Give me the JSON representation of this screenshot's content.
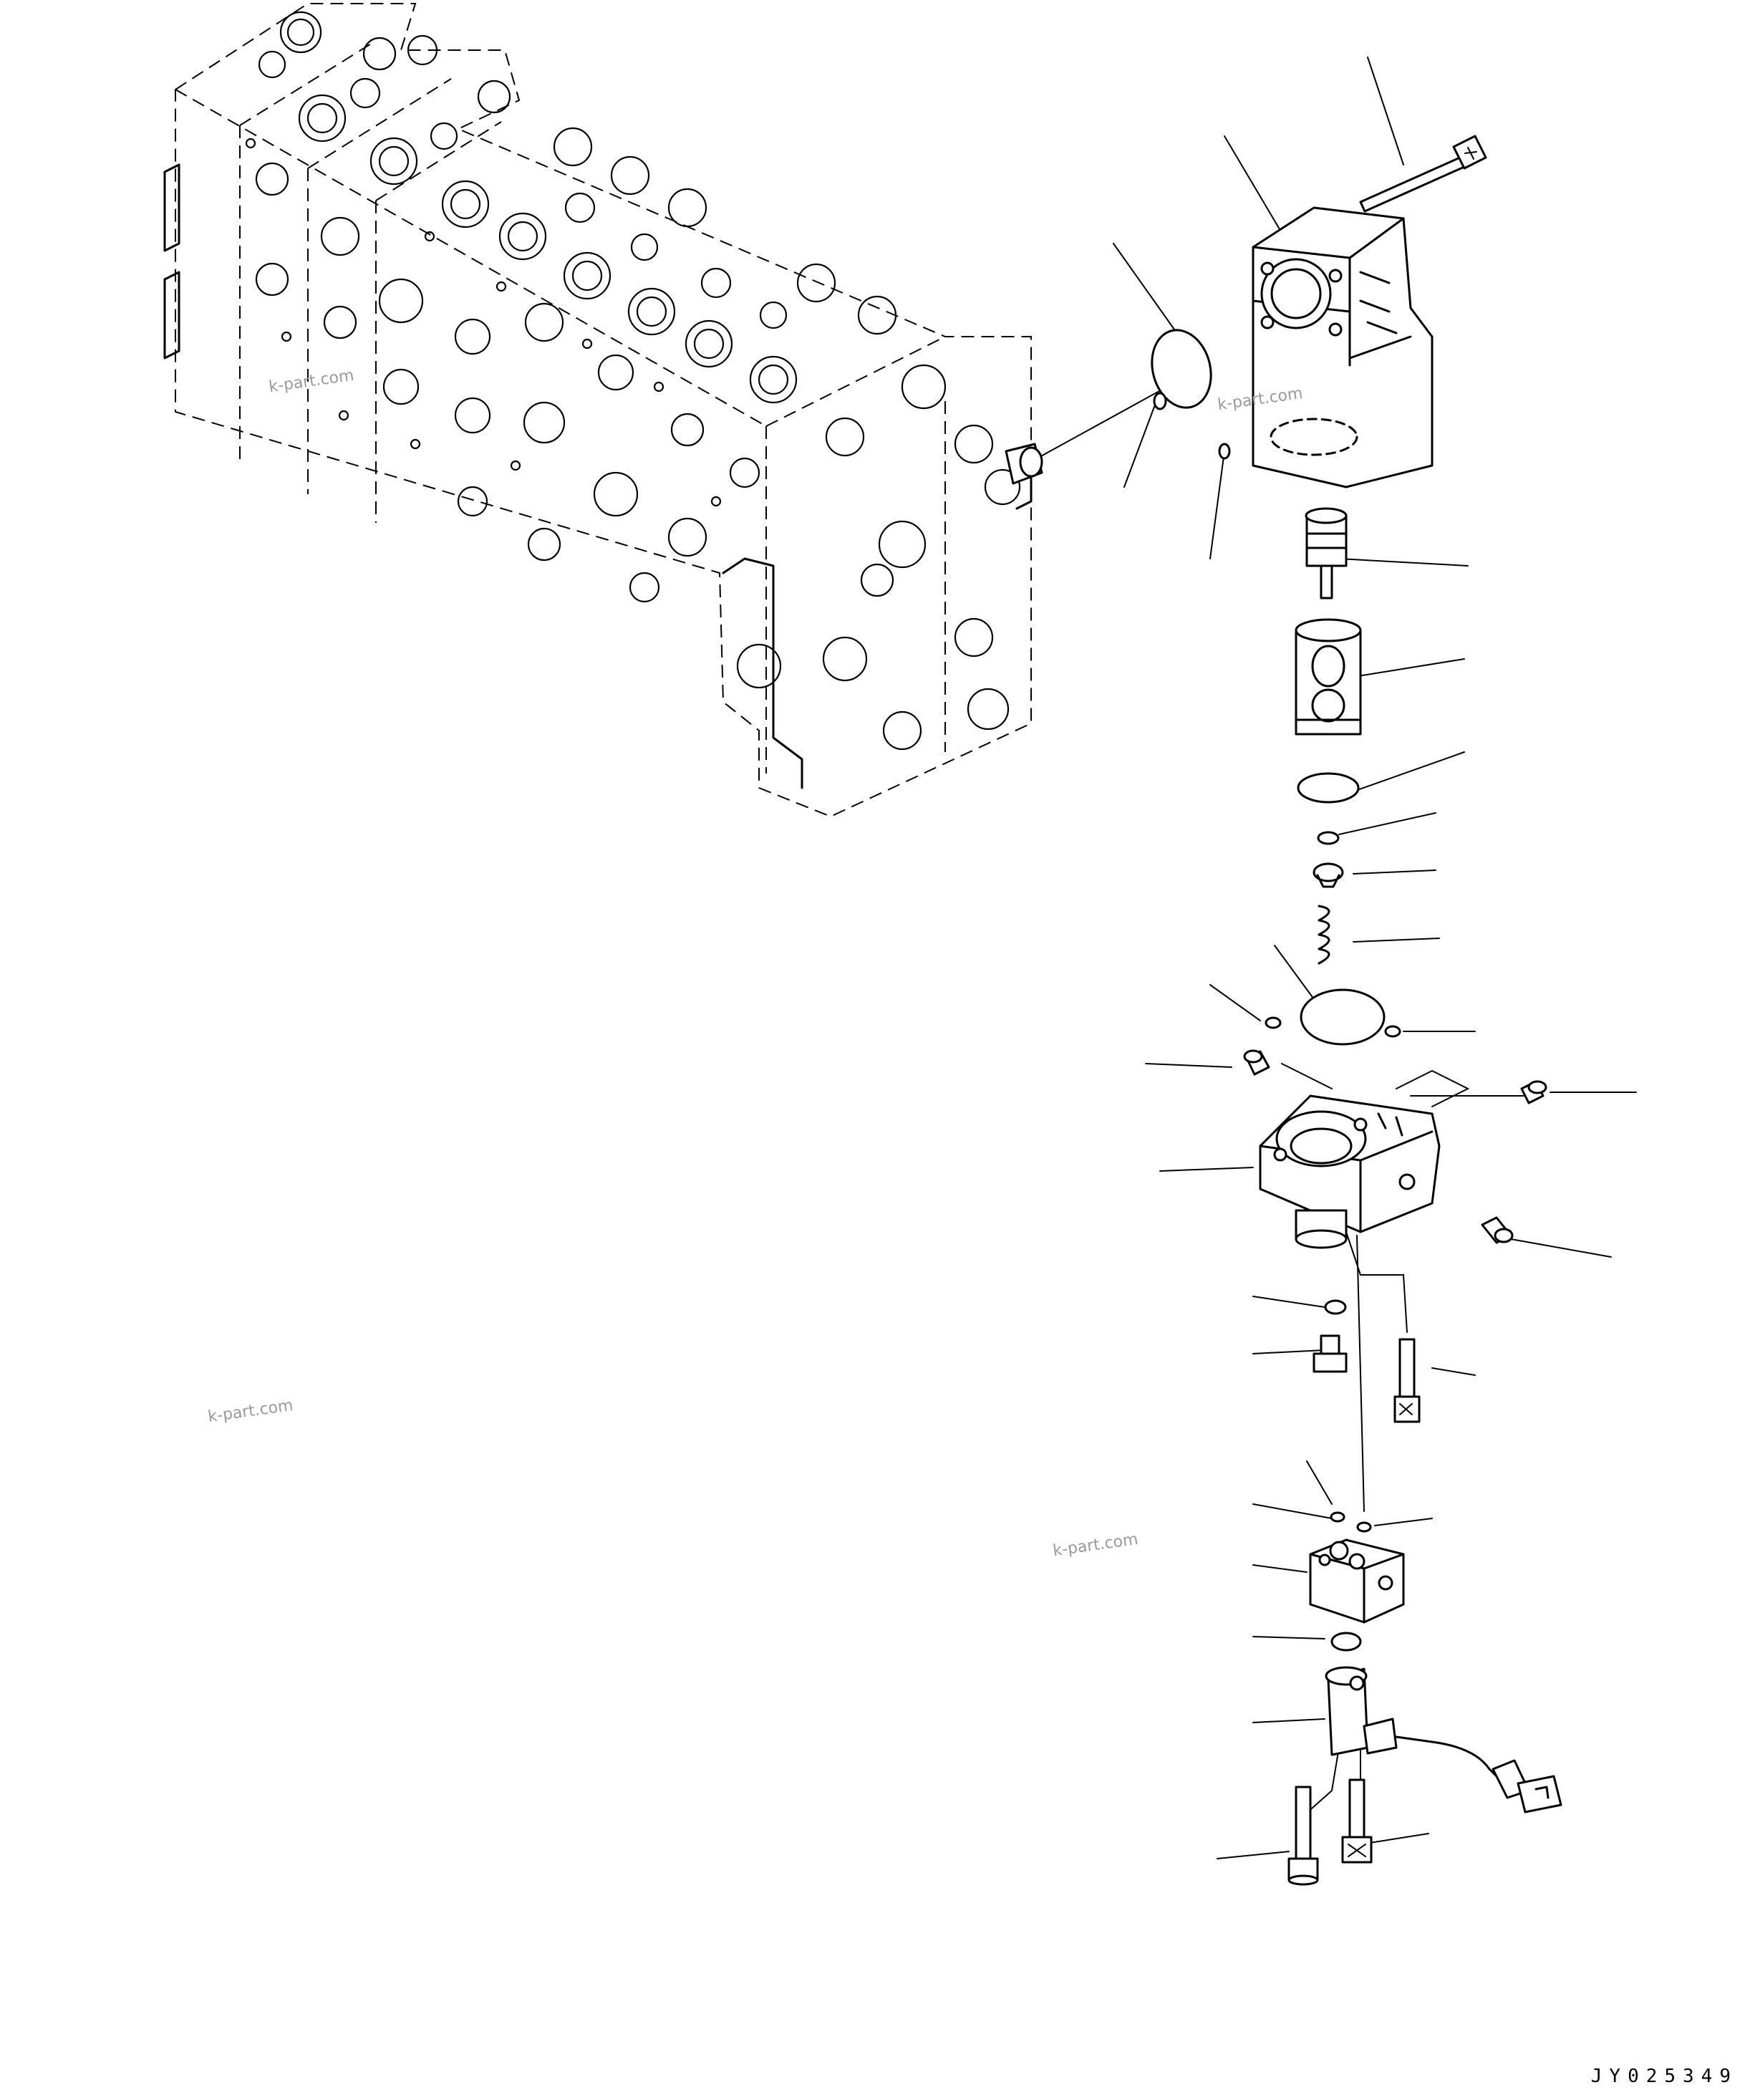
{
  "watermarks": [
    "k-part.com",
    "k-part.com",
    "k-part.com",
    "k-part.com"
  ],
  "drawing_code": "JY025349"
}
